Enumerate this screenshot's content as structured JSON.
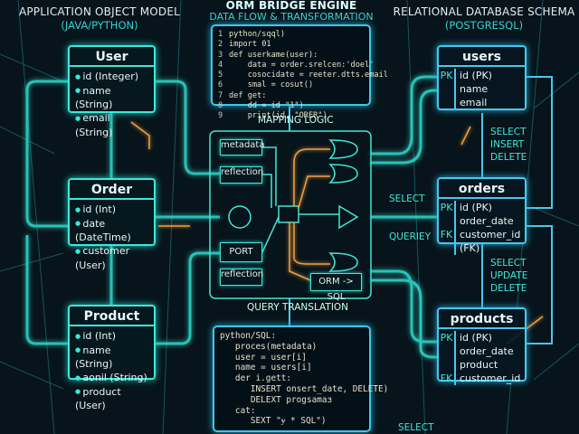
{
  "header": {
    "left_title": "APPLICATION OBJECT MODEL",
    "left_subtitle": "(JAVA/PYTHON)",
    "center_title": "ORM BRIDGE ENGINE",
    "center_subtitle": "DATA FLOW & TRANSFORMATION",
    "right_title": "RELATIONAL DATABASE SCHEMA",
    "right_subtitle": "(POSTGRESQL)"
  },
  "objects": [
    {
      "name": "User",
      "fields": [
        "id (Integer)",
        "name (String)",
        "email (String)"
      ]
    },
    {
      "name": "Order",
      "fields": [
        "id (Int)",
        "date (DateTime)",
        "customer (User)"
      ]
    },
    {
      "name": "Product",
      "fields": [
        "id (Int)",
        "name (String)",
        "aonil (String)",
        "product (User)"
      ]
    }
  ],
  "top_code": [
    {
      "n": "1",
      "t": "python/sqql)"
    },
    {
      "n": "2",
      "t": "import 01"
    },
    {
      "n": "3",
      "t": "def userkame(user):"
    },
    {
      "n": "4",
      "t": "    data = order.srelcen:'doel'"
    },
    {
      "n": "5",
      "t": "    cosocidate = reeter.dtts.email"
    },
    {
      "n": "6",
      "t": "    smal = cosut()"
    },
    {
      "n": "7",
      "t": "def get:"
    },
    {
      "n": "8",
      "t": "    dd = id \"1\")"
    },
    {
      "n": "9",
      "t": "    print(id, \"ORER\")"
    }
  ],
  "engine": {
    "mapping_label": "MAPPING LOGIC",
    "nodes": {
      "metadata": "metadata",
      "reflection1": "reflection",
      "port": "PORT",
      "reflection2": "reflection",
      "orm_sql": "ORM -> SQL"
    },
    "query_label": "QUERY TRANSLATION"
  },
  "bottom_code": [
    "python/SQL:",
    "   proces(metadata)",
    "   user = user[i]",
    "   name = users[i]",
    "   der i.gett:",
    "      INSERT onsert_date, DELETE)",
    "      DELEXT progsamaɜ",
    "   cat:",
    "      SEXT \"ɏ * SQL\")"
  ],
  "tables": [
    {
      "name": "users",
      "rows": [
        {
          "k": "PK",
          "v": "id (PK)"
        },
        {
          "k": "",
          "v": "name"
        },
        {
          "k": "",
          "v": "email"
        }
      ]
    },
    {
      "name": "orders",
      "rows": [
        {
          "k": "PK",
          "v": "id (PK)"
        },
        {
          "k": "",
          "v": "order_date"
        },
        {
          "k": "FK",
          "v": "customer_id (FK)"
        }
      ]
    },
    {
      "name": "products",
      "rows": [
        {
          "k": "PK",
          "v": "id (PK)"
        },
        {
          "k": "",
          "v": "order_date"
        },
        {
          "k": "",
          "v": "product"
        },
        {
          "k": "FK",
          "v": "customer_id"
        }
      ]
    }
  ],
  "ops": {
    "users_orders": [
      "SELECT",
      "INSERT",
      "DELETE"
    ],
    "select": "SELECT",
    "query": "QUERIEY",
    "orders_products": [
      "SELECT",
      "UPDATE",
      "DELETE"
    ],
    "bottom_select": "SELECT"
  },
  "colors": {
    "background": "#07141b",
    "cyan": "#3fe8d8",
    "blue": "#48c8ec",
    "orange": "#f0a040"
  }
}
